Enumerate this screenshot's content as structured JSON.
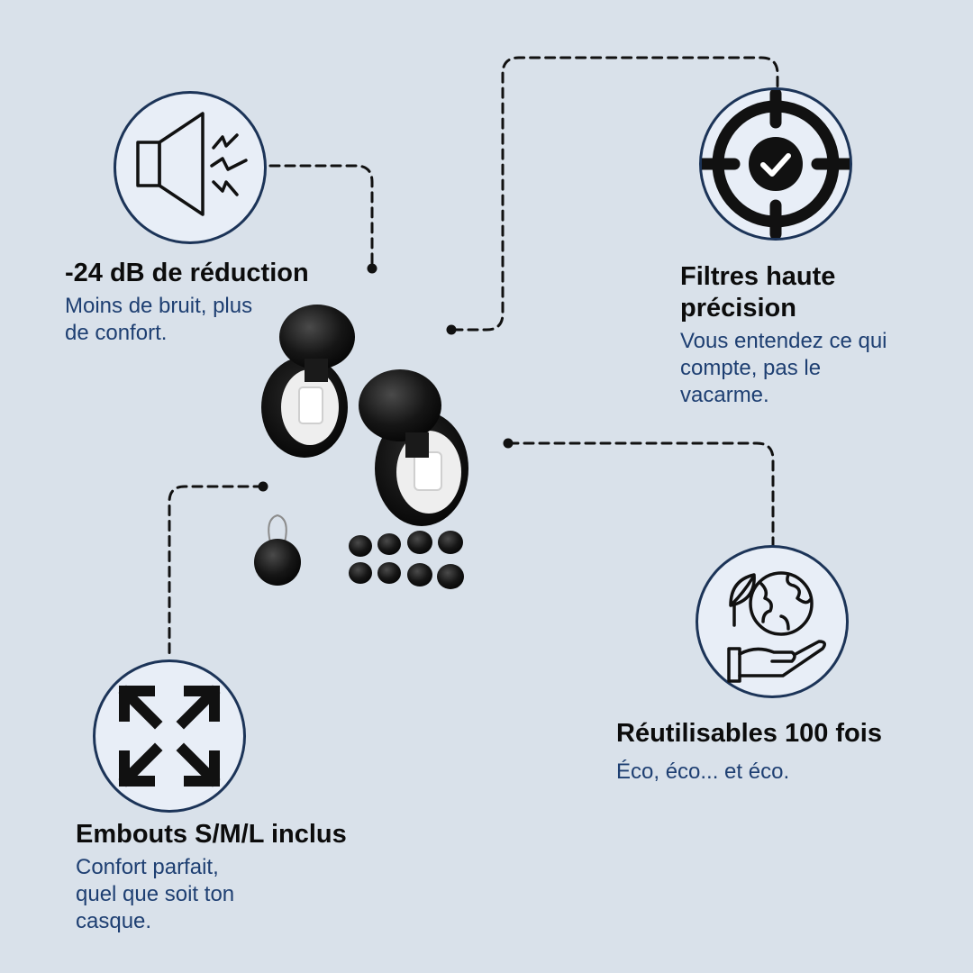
{
  "features": [
    {
      "id": "reduction",
      "icon": "speaker-noise-icon",
      "title": "-24 dB de réduction",
      "desc": "Moins de bruit, plus\nde confort."
    },
    {
      "id": "filters",
      "icon": "target-check-icon",
      "title": "Filtres haute\nprécision",
      "desc": "Vous entendez ce qui\ncompte, pas le\nvacarme."
    },
    {
      "id": "tips",
      "icon": "expand-arrows-icon",
      "title": "Embouts S/M/L inclus",
      "desc": "Confort parfait,\nquel que soit ton\ncasque."
    },
    {
      "id": "reusable",
      "icon": "earth-hand-icon",
      "title": "Réutilisables 100 fois",
      "desc": "Éco, éco... et éco."
    }
  ],
  "colors": {
    "background": "#d9e1ea",
    "circle_fill": "#e8eef7",
    "circle_border": "#1c3458",
    "title": "#0c0c0c",
    "description": "#1e3f72",
    "line": "#111111"
  }
}
